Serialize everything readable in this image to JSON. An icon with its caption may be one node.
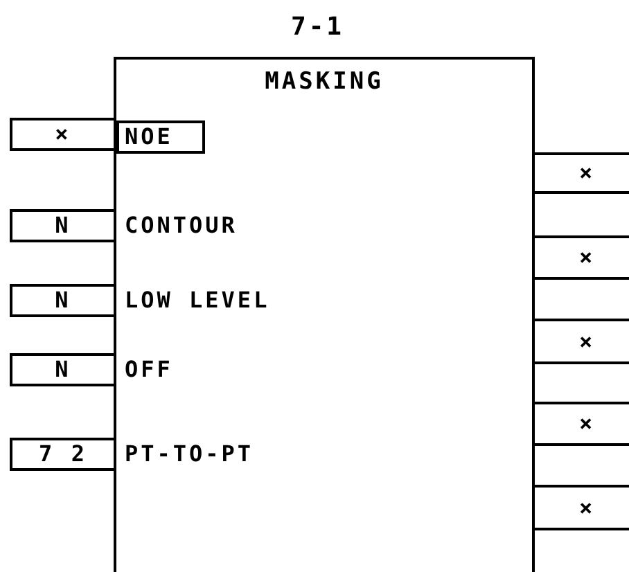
{
  "diagram": {
    "title": "7-1",
    "nodes": [
      {
        "text": [
          "MASKING"
        ]
      },
      {
        "text": [
          "NOE"
        ],
        "in": 0
      },
      {
        "text": [
          "×"
        ]
      },
      {
        "text": [
          "N"
        ]
      },
      {
        "text": [
          "N"
        ]
      },
      {
        "text": [
          "N"
        ]
      },
      {
        "text": [
          "7 2"
        ]
      },
      {
        "text": [
          "×"
        ]
      },
      {
        "text": [
          "×"
        ]
      },
      {
        "text": [
          "×"
        ]
      },
      {
        "text": [
          "×"
        ]
      },
      {
        "text": [
          "×"
        ]
      }
    ],
    "edges": [],
    "labels": [
      "CONTOUR",
      "LOW LEVEL",
      "OFF",
      "PT-TO-PT"
    ]
  }
}
